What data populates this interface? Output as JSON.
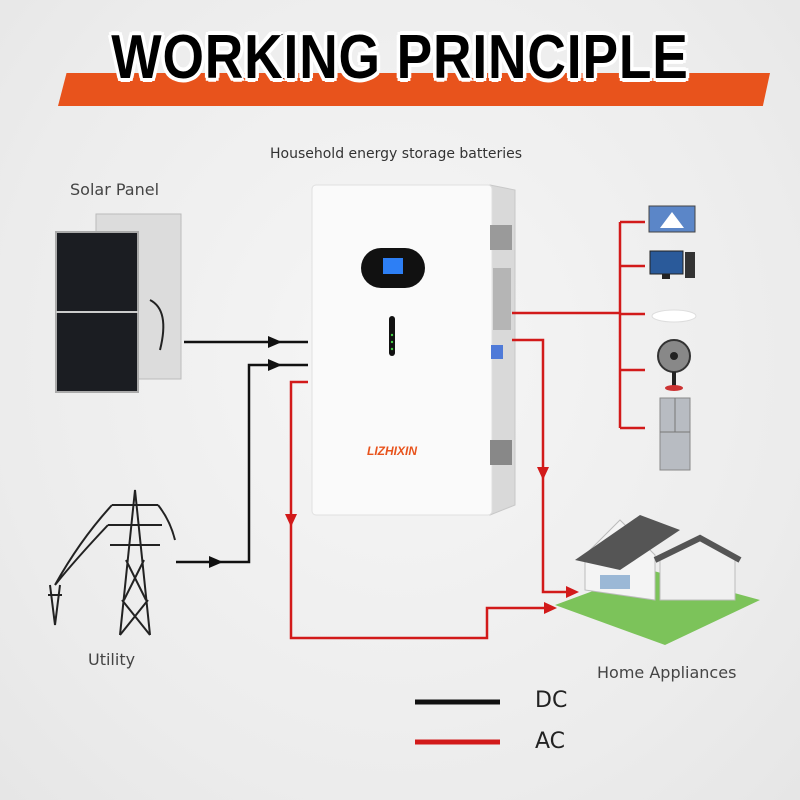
{
  "title": "WORKING PRINCIPLE",
  "battery_label": "Household energy storage batteries",
  "brand": "LIZHIXIN",
  "solar_label": "Solar Panel",
  "utility_label": "Utility",
  "home_label": "Home Appliances",
  "legend": [
    {
      "label": "DC",
      "color": "#111111"
    },
    {
      "label": "AC",
      "color": "#d21a1a"
    }
  ],
  "colors": {
    "accent": "#e8531c",
    "ac_line": "#d21a1a",
    "dc_line": "#111111"
  }
}
